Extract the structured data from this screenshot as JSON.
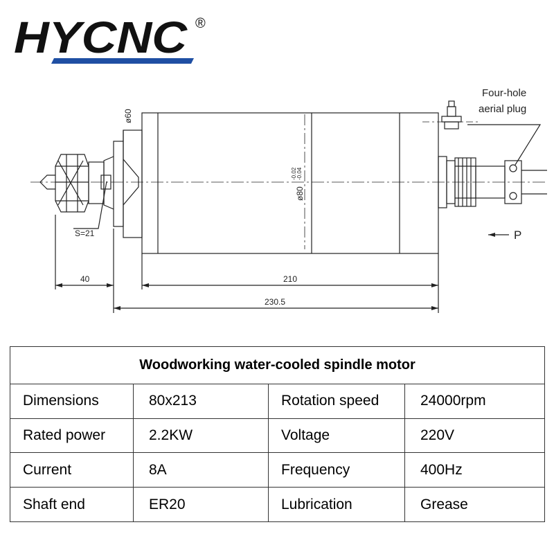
{
  "brand": {
    "logo_text": "HYCNC",
    "registered_mark": "®"
  },
  "drawing": {
    "dim_diameter_60": "ø60",
    "dim_diameter_80": "ø80",
    "dim_tol_upper": "-0.02",
    "dim_tol_lower": "-0.04",
    "dim_wrench": "S=21",
    "dim_40": "40",
    "dim_210": "210",
    "dim_230_5": "230.5",
    "plug_label_line1": "Four-hole",
    "plug_label_line2": "aerial plug",
    "view_label": "P"
  },
  "table": {
    "title": "Woodworking water-cooled spindle motor",
    "rows": [
      {
        "label1": "Dimensions",
        "value1": "80x213",
        "label2": "Rotation speed",
        "value2": "24000rpm"
      },
      {
        "label1": "Rated power",
        "value1": "2.2KW",
        "label2": "Voltage",
        "value2": "220V"
      },
      {
        "label1": "Current",
        "value1": "8A",
        "label2": "Frequency",
        "value2": "400Hz"
      },
      {
        "label1": "Shaft end",
        "value1": "ER20",
        "label2": "Lubrication",
        "value2": "Grease"
      }
    ]
  }
}
